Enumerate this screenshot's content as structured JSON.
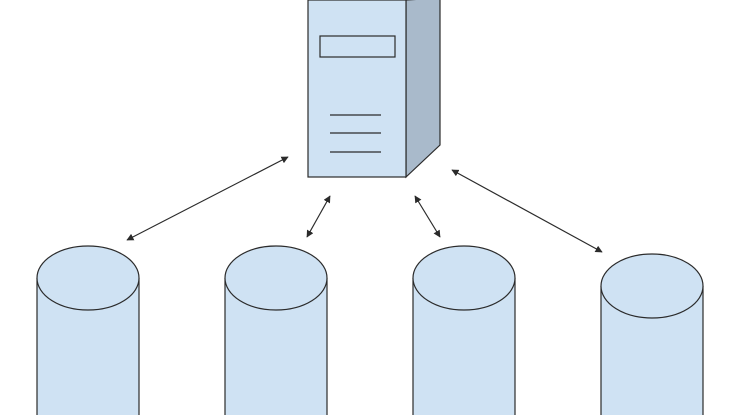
{
  "diagram": {
    "type": "client-server",
    "node_count": 5,
    "server": {
      "kind": "tower-server",
      "icon": "server-tower-icon"
    },
    "databases": [
      {
        "kind": "database-cylinder",
        "icon": "database-icon"
      },
      {
        "kind": "database-cylinder",
        "icon": "database-icon"
      },
      {
        "kind": "database-cylinder",
        "icon": "database-icon"
      },
      {
        "kind": "database-cylinder",
        "icon": "database-icon"
      }
    ],
    "connections": [
      {
        "from": "server",
        "to": "database-1",
        "direction": "bidirectional"
      },
      {
        "from": "server",
        "to": "database-2",
        "direction": "bidirectional"
      },
      {
        "from": "server",
        "to": "database-3",
        "direction": "bidirectional"
      },
      {
        "from": "server",
        "to": "database-4",
        "direction": "bidirectional"
      }
    ]
  },
  "colors": {
    "fill": "#cfe2f3",
    "side_shade": "#a9bacb",
    "stroke": "#2b2b2b",
    "background": "#ffffff"
  }
}
